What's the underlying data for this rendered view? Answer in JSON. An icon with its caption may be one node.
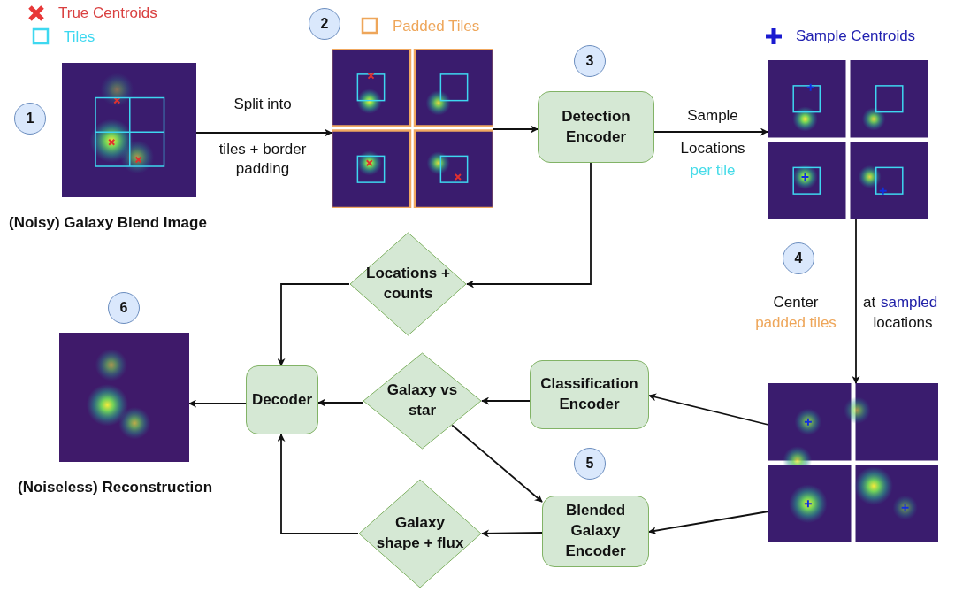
{
  "diagram": {
    "nodes": [
      {
        "text": [],
        "shape": "picture",
        "beside": [
          "(Noisy) Galaxy Blend Image"
        ]
      },
      {
        "text": [],
        "shape": "picture"
      },
      {
        "text": [
          "Detection Encoder"
        ]
      },
      {
        "text": [],
        "shape": "picture"
      },
      {
        "text": [],
        "shape": "picture"
      },
      {
        "text": [
          "Classification Encoder"
        ]
      },
      {
        "text": [
          "Blended Galaxy Encoder"
        ]
      },
      {
        "text": [
          "Galaxy vs star"
        ]
      },
      {
        "text": [
          "Galaxy shape + flux"
        ]
      },
      {
        "text": [
          "Locations + counts"
        ]
      },
      {
        "text": [
          "Decoder"
        ]
      },
      {
        "text": [],
        "shape": "picture",
        "beside": [
          "(Noiseless) Reconstruction"
        ]
      },
      {
        "text": [
          "1"
        ]
      },
      {
        "text": [
          "2"
        ]
      },
      {
        "text": [
          "3"
        ]
      },
      {
        "text": [
          "4"
        ]
      },
      {
        "text": [
          "5"
        ]
      },
      {
        "text": [
          "6"
        ]
      }
    ],
    "edges": [
      {
        "from": 0,
        "to": 1,
        "arrow": "to",
        "label": "Split into"
      },
      {
        "from": 1,
        "to": 2,
        "arrow": "to"
      },
      {
        "from": 2,
        "to": 3,
        "arrow": "to",
        "label": "Sample"
      },
      {
        "from": 2,
        "to": 9,
        "arrow": "to"
      },
      {
        "from": 3,
        "to": 4,
        "arrow": "to"
      },
      {
        "from": 4,
        "to": 5,
        "arrow": "to"
      },
      {
        "from": 4,
        "to": 6,
        "arrow": "to"
      },
      {
        "from": 5,
        "to": 7,
        "arrow": "to"
      },
      {
        "from": 7,
        "to": 6,
        "arrow": "to"
      },
      {
        "from": 6,
        "to": 8,
        "arrow": "to"
      },
      {
        "from": 8,
        "to": 10,
        "arrow": "to"
      },
      {
        "from": 9,
        "to": 10,
        "arrow": "to"
      },
      {
        "from": 7,
        "to": 10,
        "arrow": "to"
      },
      {
        "from": 10,
        "to": 11,
        "arrow": "to"
      }
    ],
    "labels": [
      "tiles + border padding",
      "Locations",
      "per tile",
      "Center",
      "padded tiles",
      "at",
      "sampled",
      "locations"
    ],
    "legend": [
      {
        "text": "True Centroids"
      },
      {
        "text": "Tiles"
      },
      {
        "text": "Padded Tiles"
      },
      {
        "text": "Sample Centroids"
      }
    ]
  }
}
